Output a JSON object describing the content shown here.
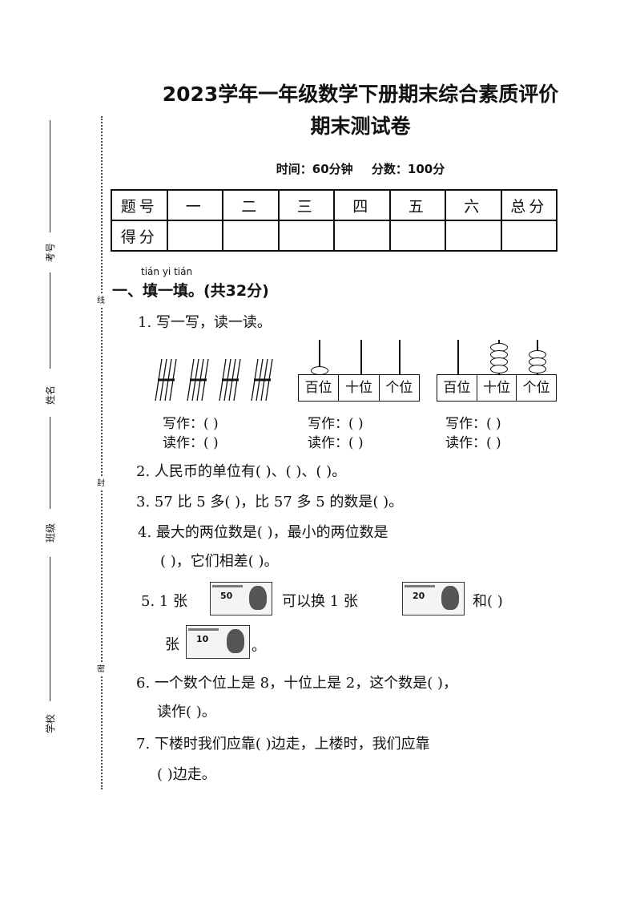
{
  "binding": {
    "labels": [
      "考号",
      "姓名",
      "班级",
      "学校"
    ],
    "cut_marks": [
      "线",
      "封",
      "密"
    ]
  },
  "header": {
    "title_line1": "2023学年一年级数学下册期末综合素质评价",
    "title_line2": "期末测试卷",
    "time": "时间：60分钟",
    "score": "分数：100分"
  },
  "score_table": {
    "row1": [
      "题号",
      "一",
      "二",
      "三",
      "四",
      "五",
      "六",
      "总分"
    ],
    "row2_label": "得分"
  },
  "section1": {
    "pinyin": "tián  yi  tián",
    "title": "一、填一填。(共32分)",
    "q1": {
      "text": "1. 写一写，读一读。",
      "abacus_labels": [
        "百位",
        "十位",
        "个位"
      ],
      "write": "写作：(        )",
      "read": "读作：(        )",
      "abacus1_beads": [
        1,
        0,
        0
      ],
      "abacus2_beads": [
        0,
        4,
        3
      ]
    },
    "q2": "2. 人民币的单位有(          )、(          )、(          )。",
    "q3": "3. 57 比 5 多(          )，比 57 多 5 的数是(          )。",
    "q4_line1": "4. 最大的两位数是(          )，最小的两位数是",
    "q4_line2": "(          )，它们相差(          )。",
    "q5_a": "5. 1 张",
    "q5_b": "可以换 1 张",
    "q5_c": "和(          )",
    "q5_d": "张",
    "q5_end": "。",
    "q5_notes": [
      "50",
      "20",
      "10"
    ],
    "q6_line1": "6. 一个数个位上是 8，十位上是 2，这个数是(          )，",
    "q6_line2": "读作(          )。",
    "q7_line1": "7. 下楼时我们应靠(      )边走，上楼时，我们应靠",
    "q7_line2": "(      )边走。"
  }
}
